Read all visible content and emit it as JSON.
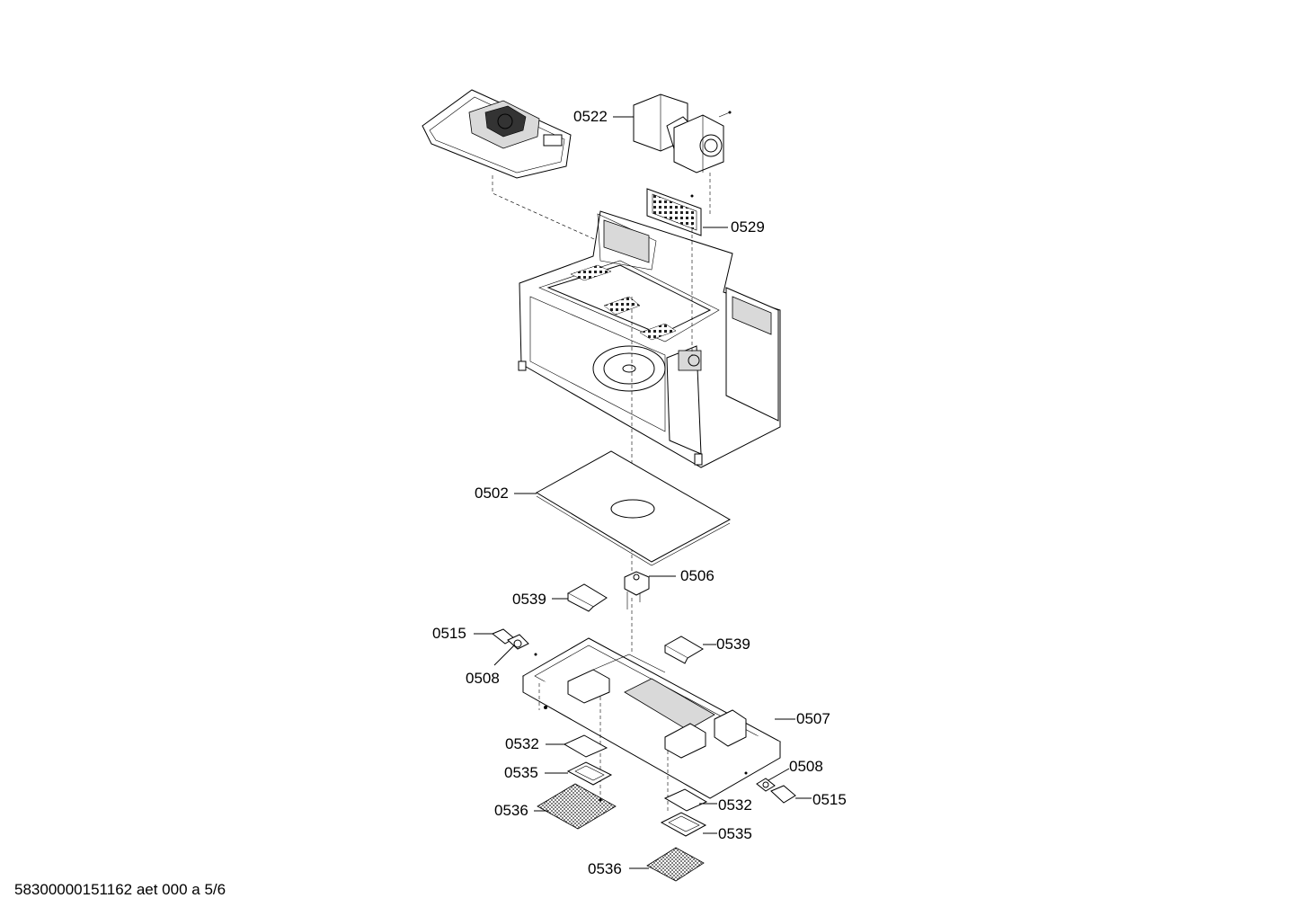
{
  "labels": {
    "p0522": "0522",
    "p0529": "0529",
    "p0502": "0502",
    "p0506": "0506",
    "p0539_left": "0539",
    "p0539_right": "0539",
    "p0515_left": "0515",
    "p0508_left": "0508",
    "p0507": "0507",
    "p0532_left": "0532",
    "p0508_right": "0508",
    "p0535_left": "0535",
    "p0515_right": "0515",
    "p0536_left": "0536",
    "p0532_right": "0532",
    "p0535_right": "0535",
    "p0536_bottom": "0536"
  },
  "footer": "58300000151162 aet 000 a 5/6"
}
